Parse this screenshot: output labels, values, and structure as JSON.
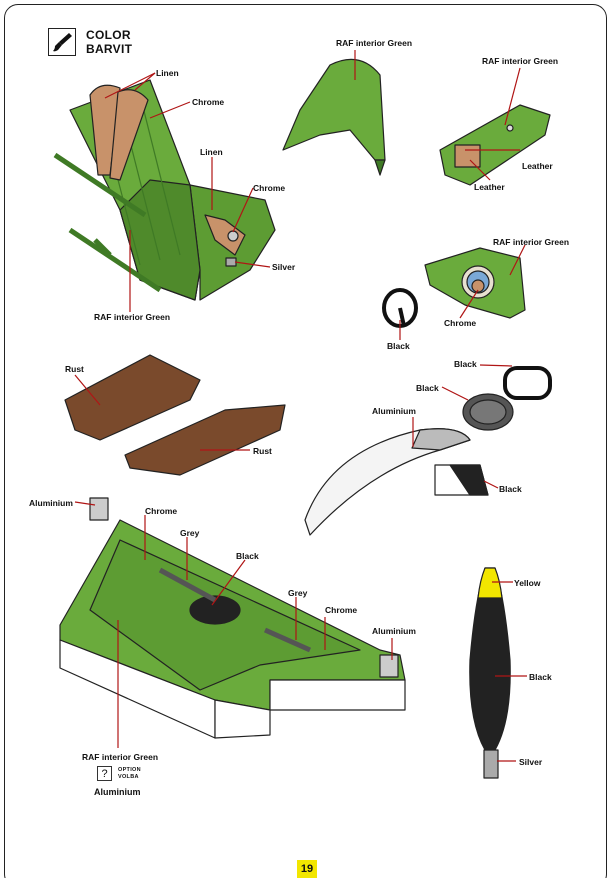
{
  "header": {
    "line1": "COLOR",
    "line2": "BARVIT",
    "icon": "paint-brush-icon"
  },
  "colors": {
    "raf_green": "#6aab3c",
    "raf_green_dark": "#3f7a25",
    "leather": "#c8926a",
    "rust": "#7a4a2c",
    "black": "#222222",
    "yellow": "#f2e600",
    "leader": "#b01515"
  },
  "labels": {
    "seat_linen": "Linen",
    "seat_chrome": "Chrome",
    "seat_linen2": "Linen",
    "seat_chrome2": "Chrome",
    "seat_silver": "Silver",
    "seat_green": "RAF interior Green",
    "armor_green": "RAF interior Green",
    "panel_green": "RAF interior Green",
    "panel_leather1": "Leather",
    "panel_leather2": "Leather",
    "frame_green": "RAF interior Green",
    "frame_chrome": "Chrome",
    "wheel_black": "Black",
    "pedal_rust1": "Rust",
    "pedal_rust2": "Rust",
    "ring_black": "Black",
    "pad_black": "Black",
    "windscreen_aluminium": "Aluminium",
    "block_black": "Black",
    "floor_aluminium1": "Aluminium",
    "floor_chrome1": "Chrome",
    "floor_grey1": "Grey",
    "floor_black": "Black",
    "floor_grey2": "Grey",
    "floor_chrome2": "Chrome",
    "floor_aluminium2": "Aluminium",
    "floor_green": "RAF interior Green",
    "prop_yellow": "Yellow",
    "prop_black": "Black",
    "prop_silver": "Silver"
  },
  "option": {
    "mark": "?",
    "line1": "OPTION",
    "line2": "VOLBA",
    "alt": "Aluminium"
  },
  "page_number": "19"
}
